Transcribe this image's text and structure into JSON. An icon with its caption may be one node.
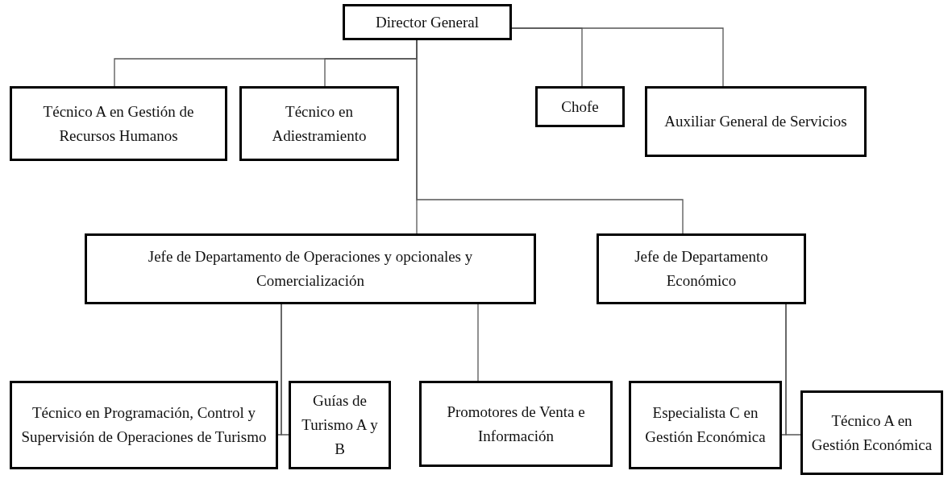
{
  "diagram": {
    "nodes": [
      {
        "text": [
          "Director General"
        ]
      },
      {
        "text": [
          "Técnico A en Gestión de Recursos Humanos"
        ]
      },
      {
        "text": [
          "Técnico en Adiestramiento"
        ]
      },
      {
        "text": [
          "Chofe"
        ]
      },
      {
        "text": [
          "Auxiliar General de Servicios"
        ]
      },
      {
        "text": [
          "Jefe de Departamento de Operaciones y opcionales y Comercialización"
        ]
      },
      {
        "text": [
          "Jefe de Departamento Económico"
        ]
      },
      {
        "text": [
          "Técnico en Programación, Control y Supervisión de Operaciones de Turismo"
        ]
      },
      {
        "text": [
          "Guías de Turismo A y B"
        ]
      },
      {
        "text": [
          "Promotores de Venta e Información"
        ]
      },
      {
        "text": [
          "Especialista C en Gestión Económica"
        ]
      },
      {
        "text": [
          "Técnico A en Gestión Económica"
        ]
      }
    ],
    "edges": [
      {
        "from": 0,
        "to": 1,
        "arrow": "none"
      },
      {
        "from": 0,
        "to": 2,
        "arrow": "none"
      },
      {
        "from": 0,
        "to": 3,
        "arrow": "none"
      },
      {
        "from": 0,
        "to": 4,
        "arrow": "none"
      },
      {
        "from": 0,
        "to": 5,
        "arrow": "none"
      },
      {
        "from": 0,
        "to": 6,
        "arrow": "none"
      },
      {
        "from": 5,
        "to": 7,
        "arrow": "none"
      },
      {
        "from": 5,
        "to": 8,
        "arrow": "none"
      },
      {
        "from": 5,
        "to": 9,
        "arrow": "none"
      },
      {
        "from": 6,
        "to": 10,
        "arrow": "none"
      },
      {
        "from": 6,
        "to": 11,
        "arrow": "none"
      }
    ]
  }
}
